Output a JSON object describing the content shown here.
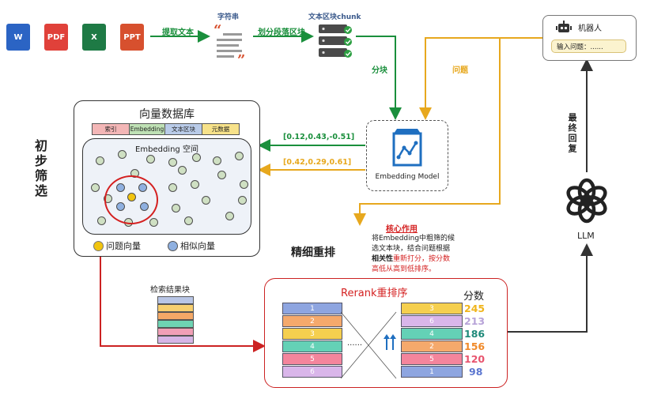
{
  "pipeline": {
    "extract_text": "提取文本",
    "strings": "字符串",
    "split": "划分段落区块",
    "text_chunks": "文本区块chunk",
    "chunking": "分块",
    "question": "问题",
    "vector1": "[0.12,0.43,-0.51]",
    "vector2": "[0.42,0.29,0.61]",
    "embedding_model": "Embedding Model"
  },
  "docs": [
    {
      "label": "W",
      "icon": "word-icon",
      "color": "#2b64c4"
    },
    {
      "label": "PDF",
      "icon": "pdf-icon",
      "color": "#e0413a"
    },
    {
      "label": "X",
      "icon": "excel-icon",
      "color": "#1e7a45"
    },
    {
      "label": "PPT",
      "icon": "ppt-icon",
      "color": "#d7502e"
    }
  ],
  "robot": {
    "name": "机器人",
    "input_label": "输入问题：......"
  },
  "final_reply": "最终回复",
  "llm": "LLM",
  "vector_db": {
    "title": "向量数据库",
    "fields": [
      "索引",
      "Embedding",
      "文本区块",
      "元数据"
    ],
    "field_colors": [
      "#f3b6b6",
      "#bfe1b5",
      "#b9cbe8",
      "#f7e28a"
    ],
    "space_title": "Embedding 空间",
    "legend_question": "问题向量",
    "legend_similar": "相似向量"
  },
  "initial_filter": "初步筛选",
  "fine_rerank": "精细重排",
  "core_role": {
    "title": "核心作用",
    "line1": "将Embedding中粗筛的候",
    "line2": "选文本块，结合问题根据",
    "line3_bold": "相关性",
    "line3_red": "重新打分，按分数",
    "line4_red": "高低从高到低排序。"
  },
  "search_results": "检索结果块",
  "result_colors": [
    "#b9c6e6",
    "#f7cf6f",
    "#f4a867",
    "#6fd3b3",
    "#f19fb6",
    "#d6b5e6"
  ],
  "rerank": {
    "title": "Rerank重排序",
    "score_header": "分数",
    "ellipsis": "......",
    "left_items": [
      {
        "n": "1",
        "color": "#8ea5e0"
      },
      {
        "n": "2",
        "color": "#f5a96c"
      },
      {
        "n": "3",
        "color": "#f5cf4f"
      },
      {
        "n": "4",
        "color": "#64d1b6"
      },
      {
        "n": "5",
        "color": "#f4859c"
      },
      {
        "n": "6",
        "color": "#d9b6ea"
      }
    ],
    "right_items": [
      {
        "n": "3",
        "color": "#f5cf4f"
      },
      {
        "n": "6",
        "color": "#d9b6ea"
      },
      {
        "n": "4",
        "color": "#64d1b6"
      },
      {
        "n": "2",
        "color": "#f5a96c"
      },
      {
        "n": "5",
        "color": "#f4859c"
      },
      {
        "n": "1",
        "color": "#8ea5e0"
      }
    ],
    "scores": [
      {
        "v": "245",
        "color": "#f0b41b"
      },
      {
        "v": "213",
        "color": "#b7a3d8"
      },
      {
        "v": "186",
        "color": "#1f8a7a"
      },
      {
        "v": "156",
        "color": "#f08a2a"
      },
      {
        "v": "120",
        "color": "#e8546e"
      },
      {
        "v": "98",
        "color": "#5b76d0"
      }
    ]
  }
}
